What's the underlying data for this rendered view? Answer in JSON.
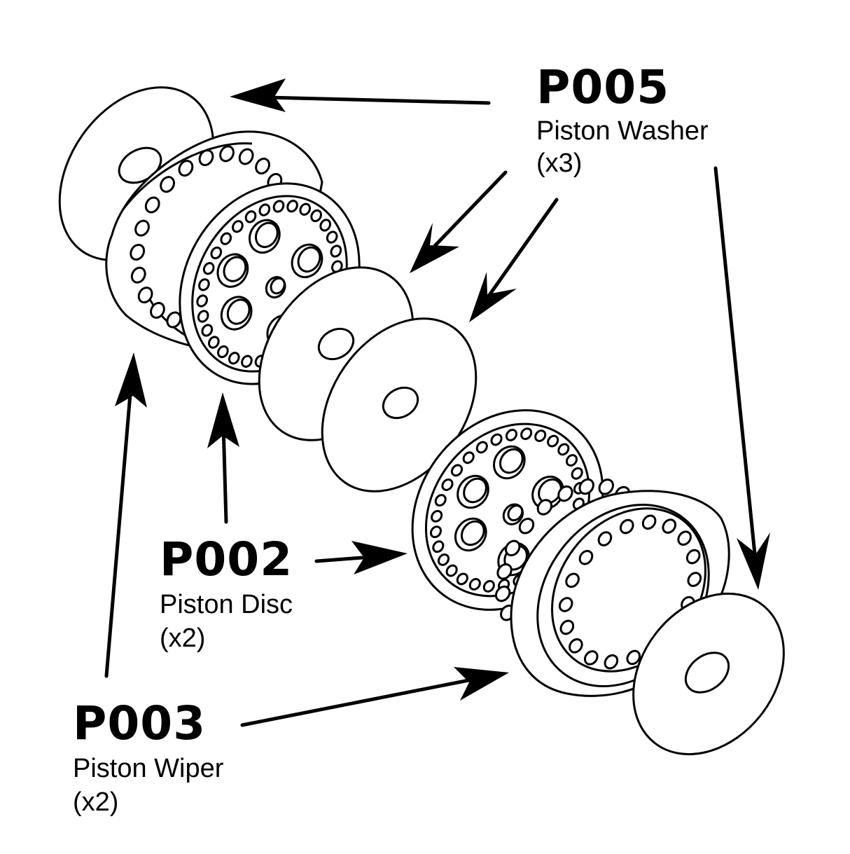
{
  "callouts": {
    "p005": {
      "code": "P005",
      "name": "Piston Washer",
      "qty": "(x3)"
    },
    "p002": {
      "code": "P002",
      "name": "Piston Disc",
      "qty": "(x2)"
    },
    "p003": {
      "code": "P003",
      "name": "Piston Wiper",
      "qty": "(x2)"
    }
  }
}
